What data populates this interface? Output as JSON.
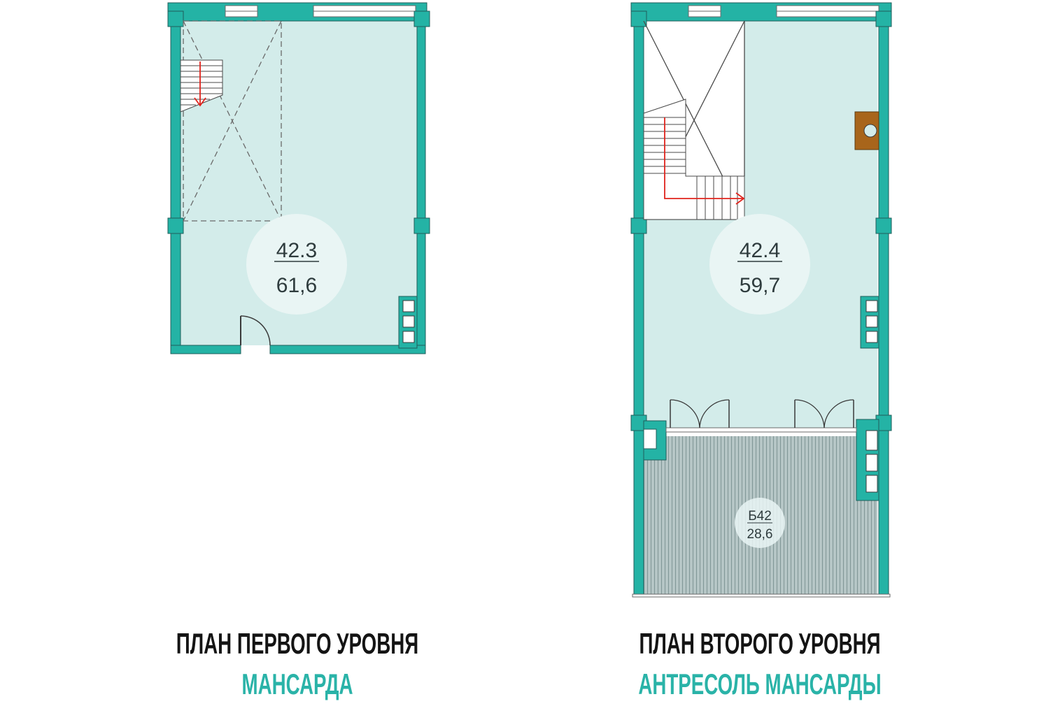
{
  "colors": {
    "wall": "#24b3a5",
    "wall_outline": "#1f5e5a",
    "floor": "#d3ecea",
    "badge": "#e9f5f4",
    "balcony": "#a9bcbc",
    "stair_arrow": "#e0231c",
    "chimney": "#a8651b",
    "line": "#4a4a4a"
  },
  "units": [
    {
      "number": "42.3",
      "area": "61,6"
    },
    {
      "number": "42.4",
      "area": "59,7"
    }
  ],
  "balcony": {
    "number": "Б42",
    "area": "28,6"
  },
  "captions": [
    {
      "title": "ПЛАН ПЕРВОГО УРОВНЯ",
      "subtitle": "МАНСАРДА"
    },
    {
      "title": "ПЛАН ВТОРОГО УРОВНЯ",
      "subtitle": "АНТРЕСОЛЬ МАНСАРДЫ"
    }
  ]
}
